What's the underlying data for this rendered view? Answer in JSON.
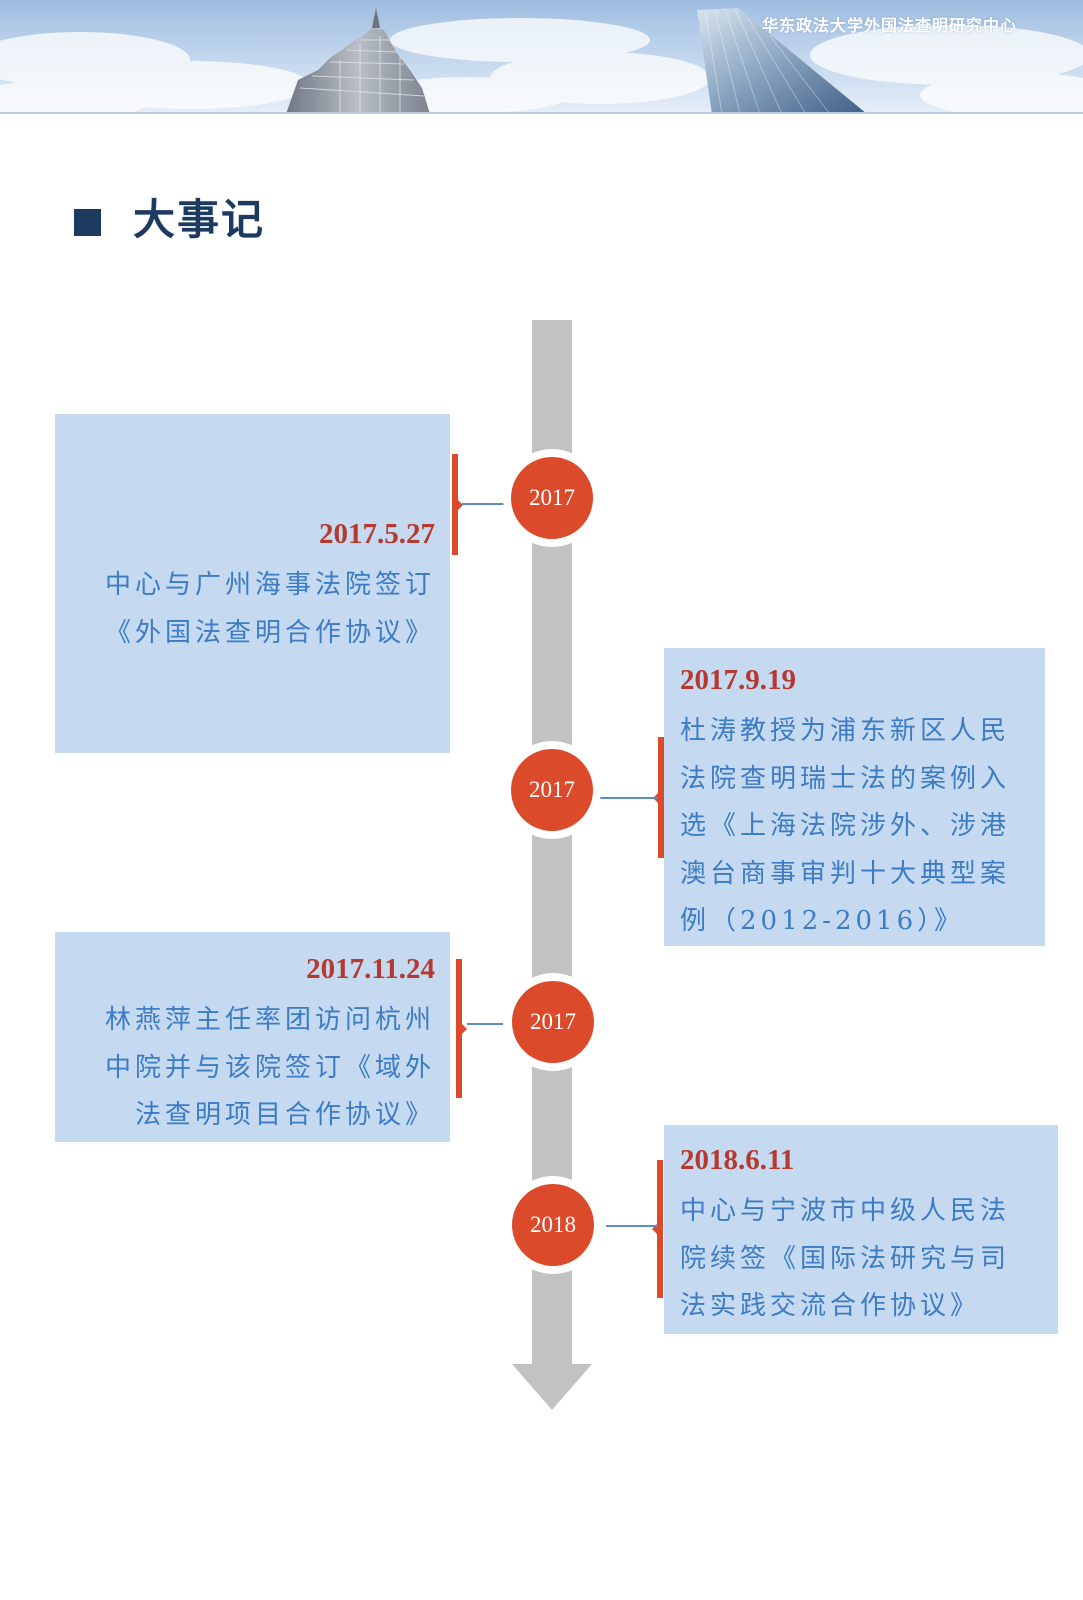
{
  "header": {
    "org_name": "华东政法大学外国法查明研究中心"
  },
  "section": {
    "title": "大事记"
  },
  "timeline": {
    "events": [
      {
        "year": "2017",
        "date": "2017.5.27",
        "lines": [
          "中心与广州海事法院签订",
          "《外国法查明合作协议》"
        ]
      },
      {
        "year": "2017",
        "date": "2017.9.19",
        "lines": [
          "杜涛教授为浦东新区人民",
          "法院查明瑞士法的案例入",
          "选《上海法院涉外、涉港",
          "澳台商事审判十大典型案",
          "例（2012-2016）》"
        ]
      },
      {
        "year": "2017",
        "date": "2017.11.24",
        "lines": [
          "林燕萍主任率团访问杭州",
          "中院并与该院签订《域外",
          "法查明项目合作协议》"
        ]
      },
      {
        "year": "2018",
        "date": "2018.6.11",
        "lines": [
          "中心与宁波市中级人民法",
          "院续签《国际法研究与司",
          "法实践交流合作协议》"
        ]
      }
    ]
  },
  "colors": {
    "box": "#c5d9f0",
    "node": "#dc4a2c",
    "date": "#b43a30",
    "body": "#3d7cc2",
    "heading": "#1d3b61",
    "axis": "#c2c2c2",
    "conn": "#5b8bbf"
  }
}
